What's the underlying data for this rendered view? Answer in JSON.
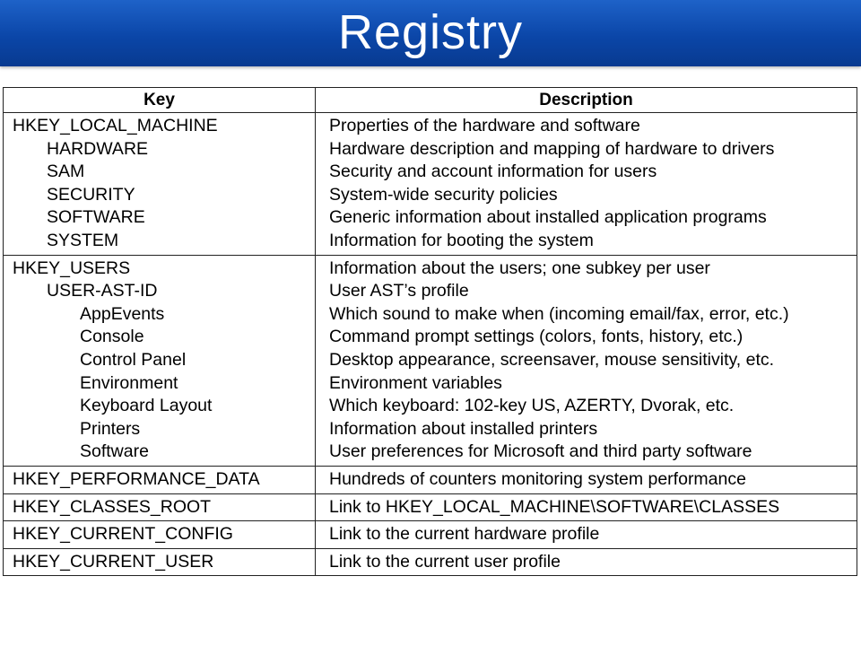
{
  "title": "Registry",
  "table": {
    "headers": {
      "key": "Key",
      "description": "Description"
    },
    "groups": [
      {
        "keys": [
          {
            "text": "HKEY_LOCAL_MACHINE",
            "level": 0
          },
          {
            "text": "HARDWARE",
            "level": 1
          },
          {
            "text": "SAM",
            "level": 1
          },
          {
            "text": "SECURITY",
            "level": 1
          },
          {
            "text": "SOFTWARE",
            "level": 1
          },
          {
            "text": "SYSTEM",
            "level": 1
          }
        ],
        "descriptions": [
          "Properties of the hardware and software",
          "Hardware description and mapping of hardware to drivers",
          "Security and account information for users",
          "System-wide security policies",
          "Generic information about installed application programs",
          "Information for booting the system"
        ]
      },
      {
        "keys": [
          {
            "text": "HKEY_USERS",
            "level": 0
          },
          {
            "text": "USER-AST-ID",
            "level": 1
          },
          {
            "text": "AppEvents",
            "level": 2
          },
          {
            "text": "Console",
            "level": 2
          },
          {
            "text": "Control Panel",
            "level": 2
          },
          {
            "text": "Environment",
            "level": 2
          },
          {
            "text": "Keyboard Layout",
            "level": 2
          },
          {
            "text": "Printers",
            "level": 2
          },
          {
            "text": "Software",
            "level": 2
          }
        ],
        "descriptions": [
          "Information about the users; one subkey per user",
          "User AST’s profile",
          "Which sound to make when (incoming email/fax, error, etc.)",
          "Command prompt settings (colors, fonts, history, etc.)",
          "Desktop appearance, screensaver, mouse sensitivity, etc.",
          "Environment variables",
          "Which keyboard: 102-key US, AZERTY, Dvorak, etc.",
          "Information about installed printers",
          "User preferences for Microsoft and third party software"
        ]
      },
      {
        "keys": [
          {
            "text": "HKEY_PERFORMANCE_DATA",
            "level": 0
          }
        ],
        "descriptions": [
          "Hundreds of counters monitoring system performance"
        ]
      },
      {
        "keys": [
          {
            "text": "HKEY_CLASSES_ROOT",
            "level": 0
          }
        ],
        "descriptions": [
          "Link to HKEY_LOCAL_MACHINE\\SOFTWARE\\CLASSES"
        ]
      },
      {
        "keys": [
          {
            "text": "HKEY_CURRENT_CONFIG",
            "level": 0
          }
        ],
        "descriptions": [
          "Link to the current hardware profile"
        ]
      },
      {
        "keys": [
          {
            "text": "HKEY_CURRENT_USER",
            "level": 0
          }
        ],
        "descriptions": [
          "Link to the current user profile"
        ]
      }
    ]
  }
}
